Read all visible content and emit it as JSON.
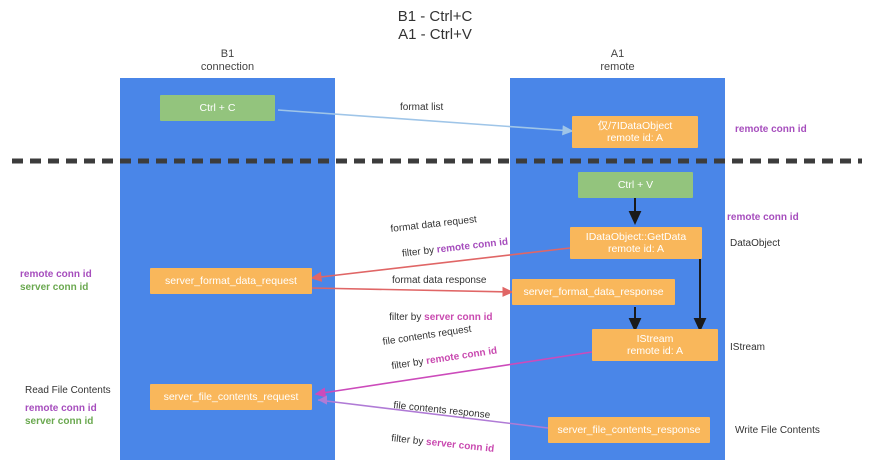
{
  "title": "B1 - Ctrl+C\nA1 - Ctrl+V",
  "columns": {
    "left": "B1\nconnection",
    "right": "A1\nremote"
  },
  "colors": {
    "lane": "#4a86e8",
    "green_node": "#93c47d",
    "orange_node": "#f9b75b",
    "purple_text": "#a64dbd",
    "green_text": "#6aa84f",
    "magenta_text": "#c94ab0",
    "divider": "#3c3c3c",
    "arrow_blue": "#9fc5e8",
    "arrow_black": "#000000",
    "arrow_red": "#e06666",
    "arrow_magenta": "#cc4bbb",
    "arrow_purple": "#b07bd6"
  },
  "nodes": {
    "ctrl_c": "Ctrl + C",
    "idataobject": "仅/7IDataObject\nremote id: A",
    "ctrl_v": "Ctrl + V",
    "getdata": "IDataObject::GetData\nremote id: A",
    "server_format_data_request": "server_format_data_request",
    "server_format_data_response": "server_format_data_response",
    "istream": "IStream\nremote id: A",
    "server_file_contents_request": "server_file_contents_request",
    "server_file_contents_response": "server_file_contents_response"
  },
  "flow_labels": {
    "format_list": "format list",
    "format_data_request": "format data request",
    "format_data_request_filter_prefix": "filter by ",
    "format_data_request_filter_key": "remote conn id",
    "format_data_response": "format data response",
    "format_data_response_filter_prefix": "filter by ",
    "format_data_response_filter_key": "server conn id",
    "file_contents_request": "file contents request",
    "file_contents_request_filter_prefix": "filter by ",
    "file_contents_request_filter_key": "remote conn id",
    "file_contents_response": "file contents response",
    "file_contents_response_filter_prefix": "filter by ",
    "file_contents_response_filter_key": "server conn id"
  },
  "right_annotations": {
    "remote_conn_id_top": "remote conn id",
    "remote_conn_id_mid": "remote conn id",
    "dataobject": "DataObject",
    "istream": "IStream",
    "write_file_contents": "Write File Contents"
  },
  "left_annotations": {
    "remote_conn_id_mid": "remote conn id",
    "server_conn_id_mid": "server conn id",
    "read_file_contents": "Read File Contents",
    "remote_conn_id_bottom": "remote conn id",
    "server_conn_id_bottom": "server conn id"
  }
}
